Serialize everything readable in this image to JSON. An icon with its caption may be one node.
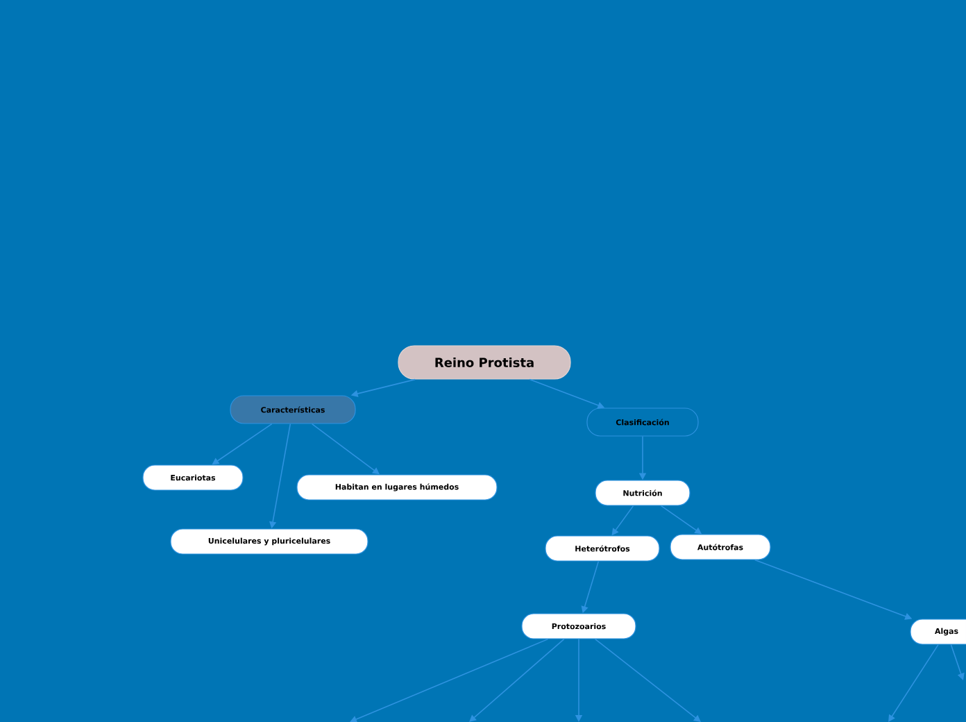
{
  "diagram": {
    "nodes": [
      {
        "text": [
          "Reino Protista"
        ]
      },
      {
        "text": [
          "Características"
        ]
      },
      {
        "text": [
          "Clasificación"
        ]
      },
      {
        "text": [
          "Eucariotas"
        ]
      },
      {
        "text": [
          "Habitan en lugares húmedos"
        ]
      },
      {
        "text": [
          "Unicelulares y pluricelulares"
        ]
      },
      {
        "text": [
          "Nutrición"
        ]
      },
      {
        "text": [
          "Heterótrofos"
        ]
      },
      {
        "text": [
          "Autótrofas"
        ]
      },
      {
        "text": [
          "Protozoarios"
        ]
      },
      {
        "text": [
          "Algas"
        ]
      }
    ],
    "edges": [
      {
        "from": 0,
        "to": 1,
        "arrow": "to"
      },
      {
        "from": 0,
        "to": 2,
        "arrow": "to"
      },
      {
        "from": 1,
        "to": 3,
        "arrow": "to"
      },
      {
        "from": 1,
        "to": 4,
        "arrow": "to"
      },
      {
        "from": 1,
        "to": 5,
        "arrow": "to"
      },
      {
        "from": 2,
        "to": 6,
        "arrow": "to"
      },
      {
        "from": 6,
        "to": 7,
        "arrow": "to"
      },
      {
        "from": 6,
        "to": 8,
        "arrow": "to"
      },
      {
        "from": 7,
        "to": 9,
        "arrow": "to"
      },
      {
        "from": 8,
        "to": 10,
        "arrow": "to"
      },
      {
        "from": 9,
        "to": null,
        "arrow": "to"
      },
      {
        "from": 9,
        "to": null,
        "arrow": "to"
      },
      {
        "from": 9,
        "to": null,
        "arrow": "to"
      },
      {
        "from": 9,
        "to": null,
        "arrow": "to"
      },
      {
        "from": 10,
        "to": null,
        "arrow": "to"
      },
      {
        "from": 10,
        "to": null,
        "arrow": "to"
      }
    ]
  }
}
